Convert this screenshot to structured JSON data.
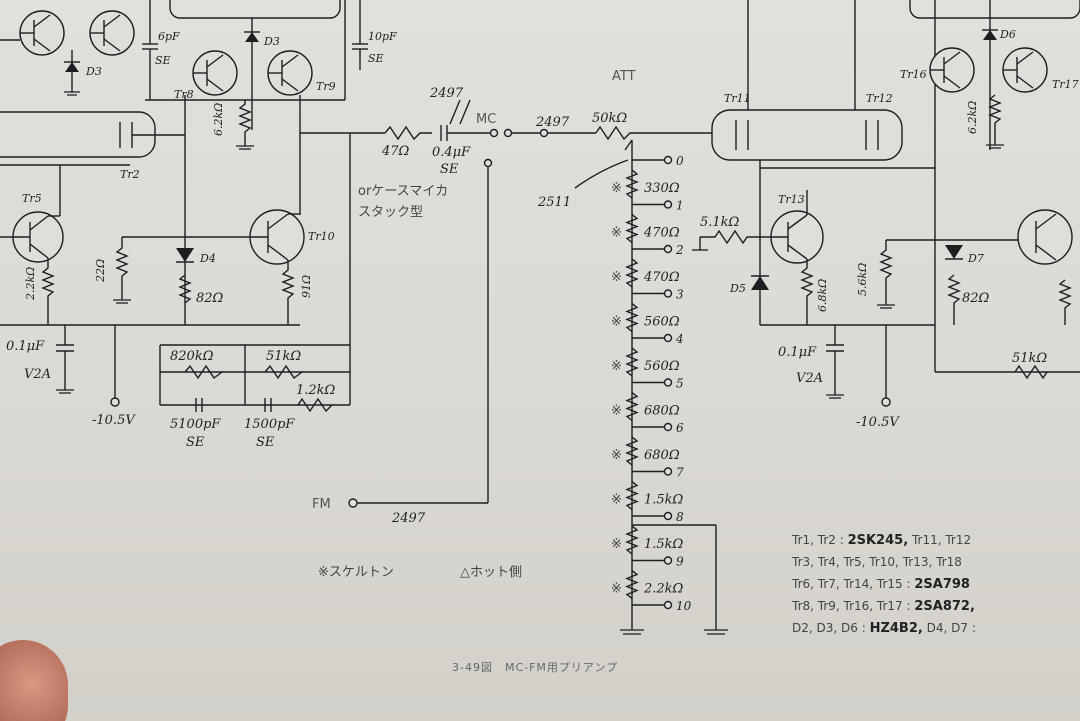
{
  "diagram": {
    "left_labels": {
      "d3_top": "D3",
      "c6pf": "6pF",
      "se_6pf": "SE",
      "tr8": "Tr8",
      "tr9": "Tr9",
      "d3": "D3",
      "c10pf": "10pF",
      "se_10pf": "SE",
      "r6k2": "6.2kΩ",
      "tr2": "Tr2",
      "tr5": "Tr5",
      "r22": "22Ω",
      "d4": "D4",
      "r82_left": "82Ω",
      "tr10": "Tr10",
      "r91": "91Ω",
      "r22k_left": "2.2kΩ",
      "c01_left": "0.1μF",
      "v2a_left": "V2A",
      "neg_left": "-10.5V",
      "r820k": "820kΩ",
      "r51k_fb": "51kΩ",
      "r12k": "1.2kΩ",
      "c5100": "5100pF",
      "se_5100": "SE",
      "c1500": "1500pF",
      "se_1500": "SE"
    },
    "input": {
      "r47": "47Ω",
      "wire_2497_top": "2497",
      "c04": "0.4μF",
      "se_04": "SE",
      "mc": "MC",
      "alt_note_1": "orケースマイカ",
      "alt_note_2": "スタック型",
      "fm": "FM",
      "wire_2497_fm": "2497"
    },
    "att": {
      "title": "ATT",
      "wire_2497": "2497",
      "r50k": "50kΩ",
      "wire_2511": "2511",
      "taps": [
        "0",
        "1",
        "2",
        "3",
        "4",
        "5",
        "6",
        "7",
        "8",
        "9",
        "10"
      ],
      "resistors": [
        "330Ω",
        "470Ω",
        "470Ω",
        "560Ω",
        "560Ω",
        "680Ω",
        "680Ω",
        "1.5kΩ",
        "1.5kΩ",
        "2.2kΩ"
      ]
    },
    "right_labels": {
      "tr11": "Tr11",
      "tr12": "Tr12",
      "tr13": "Tr13",
      "tr16": "Tr16",
      "tr17": "Tr17",
      "d6": "D6",
      "r6k2_right": "6.2kΩ",
      "r51k_base": "5.1kΩ",
      "d5": "D5",
      "r68k": "6.8kΩ",
      "r56k": "5.6kΩ",
      "d7": "D7",
      "r82_right": "82Ω",
      "c01_right": "0.1μF",
      "v2a_right": "V2A",
      "neg_right": "-10.5V",
      "r51k_right": "51kΩ"
    },
    "notes": {
      "skeleton": "※スケルトン",
      "hot_side": "△ホット側"
    },
    "legend": [
      {
        "parts": "Tr1, Tr2 :",
        "type": "2SK245,",
        "more": "Tr11, Tr12"
      },
      {
        "parts": "Tr3, Tr4, Tr5, Tr10, Tr13, Tr18",
        "type": "",
        "more": ""
      },
      {
        "parts": "Tr6, Tr7, Tr14, Tr15 :",
        "type": "2SA798",
        "more": ""
      },
      {
        "parts": "Tr8, Tr9, Tr16, Tr17 :",
        "type": "2SA872,",
        "more": ""
      },
      {
        "parts": "D2, D3, D6 :",
        "type": "HZ4B2,",
        "more": "D4, D7 :"
      }
    ],
    "caption": "3-49図　MC-FM用プリアンプ"
  }
}
